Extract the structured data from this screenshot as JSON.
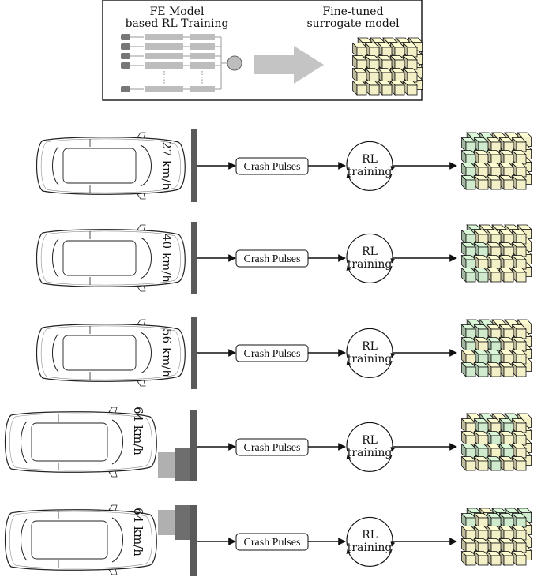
{
  "header": {
    "left_title_line1": "FE Model",
    "left_title_line2": "based RL Training",
    "right_title_line1": "Fine-tuned",
    "right_title_line2": "surrogate model"
  },
  "pulse_box_label": "Crash Pulses",
  "rl_label_line1": "RL",
  "rl_label_line2": "training",
  "colors": {
    "cube_yellow": "#f3efc6",
    "cube_green": "#cfeacc",
    "barrier": "#5a5a5a",
    "arrow_gray": "#c4c4c4"
  },
  "rows": [
    {
      "speed": "27 km/h",
      "barrier": "rigid-wall",
      "car_icon": "car-top-view-icon"
    },
    {
      "speed": "40 km/h",
      "barrier": "rigid-wall",
      "car_icon": "car-top-view-icon"
    },
    {
      "speed": "56 km/h",
      "barrier": "rigid-wall",
      "car_icon": "car-top-view-icon"
    },
    {
      "speed": "64 km/h",
      "barrier": "offset-deformable",
      "car_icon": "car-top-view-icon"
    },
    {
      "speed": "64 km/h",
      "barrier": "offset-deformable",
      "car_icon": "car-top-view-icon"
    }
  ]
}
